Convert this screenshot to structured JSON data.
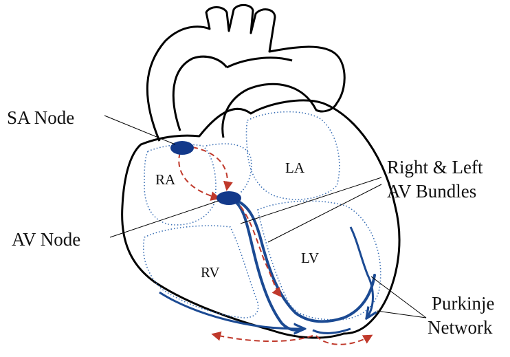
{
  "colors": {
    "outline": "#000000",
    "conduction": "#1b4a93",
    "node_fill": "#13398a",
    "impulse_arrows": "#c0392b",
    "chamber_dotted": "#3a6fb5"
  },
  "labels": {
    "sa_node": "SA Node",
    "av_node": "AV Node",
    "bundles_line1": "Right & Left",
    "bundles_line2": "AV Bundles",
    "purkinje_line1": "Purkinje",
    "purkinje_line2": "Network"
  },
  "chambers": {
    "ra": "RA",
    "la": "LA",
    "rv": "RV",
    "lv": "LV"
  }
}
